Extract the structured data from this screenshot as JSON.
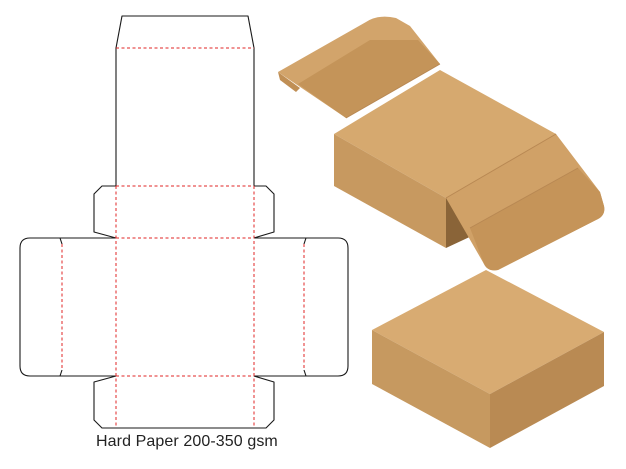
{
  "caption": "Hard Paper 200-350 gsm",
  "colors": {
    "background": "#ffffff",
    "cut_line": "#1a1a1a",
    "fold_line": "#e02424",
    "kraft_light": "#d7ab73",
    "kraft_mid": "#c89a62",
    "kraft_dark": "#b58550",
    "kraft_shadow": "#8f6a3d",
    "caption_text": "#222222"
  },
  "diagram": {
    "dieline": {
      "cut_line_style": "solid",
      "fold_line_style": "dashed"
    },
    "open_box": {
      "state": "open"
    },
    "closed_box": {
      "state": "closed"
    }
  }
}
